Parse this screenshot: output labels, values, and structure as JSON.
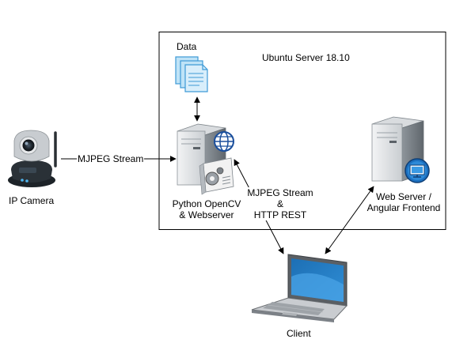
{
  "diagram": {
    "server_title": "Ubuntu Server 18.10",
    "data_label": "Data",
    "ip_camera_label": "IP Camera",
    "mjpeg_link_label": "MJPEG Stream",
    "python_server_label": [
      "Python OpenCV",
      "& Webserver"
    ],
    "client_link_label": [
      "MJPEG Stream",
      "&",
      "HTTP REST"
    ],
    "web_server_label": [
      "Web Server /",
      "Angular Frontend"
    ],
    "client_label": "Client",
    "colors": {
      "server_light": "#e8eaec",
      "server_dark": "#7f868c",
      "doc_blue": "#9fd1ef",
      "doc_border": "#3e9ad6",
      "globe_blue": "#1b4f9c",
      "laptop_screen": "#1e72b8",
      "laptop_body": "#555a5f"
    }
  }
}
